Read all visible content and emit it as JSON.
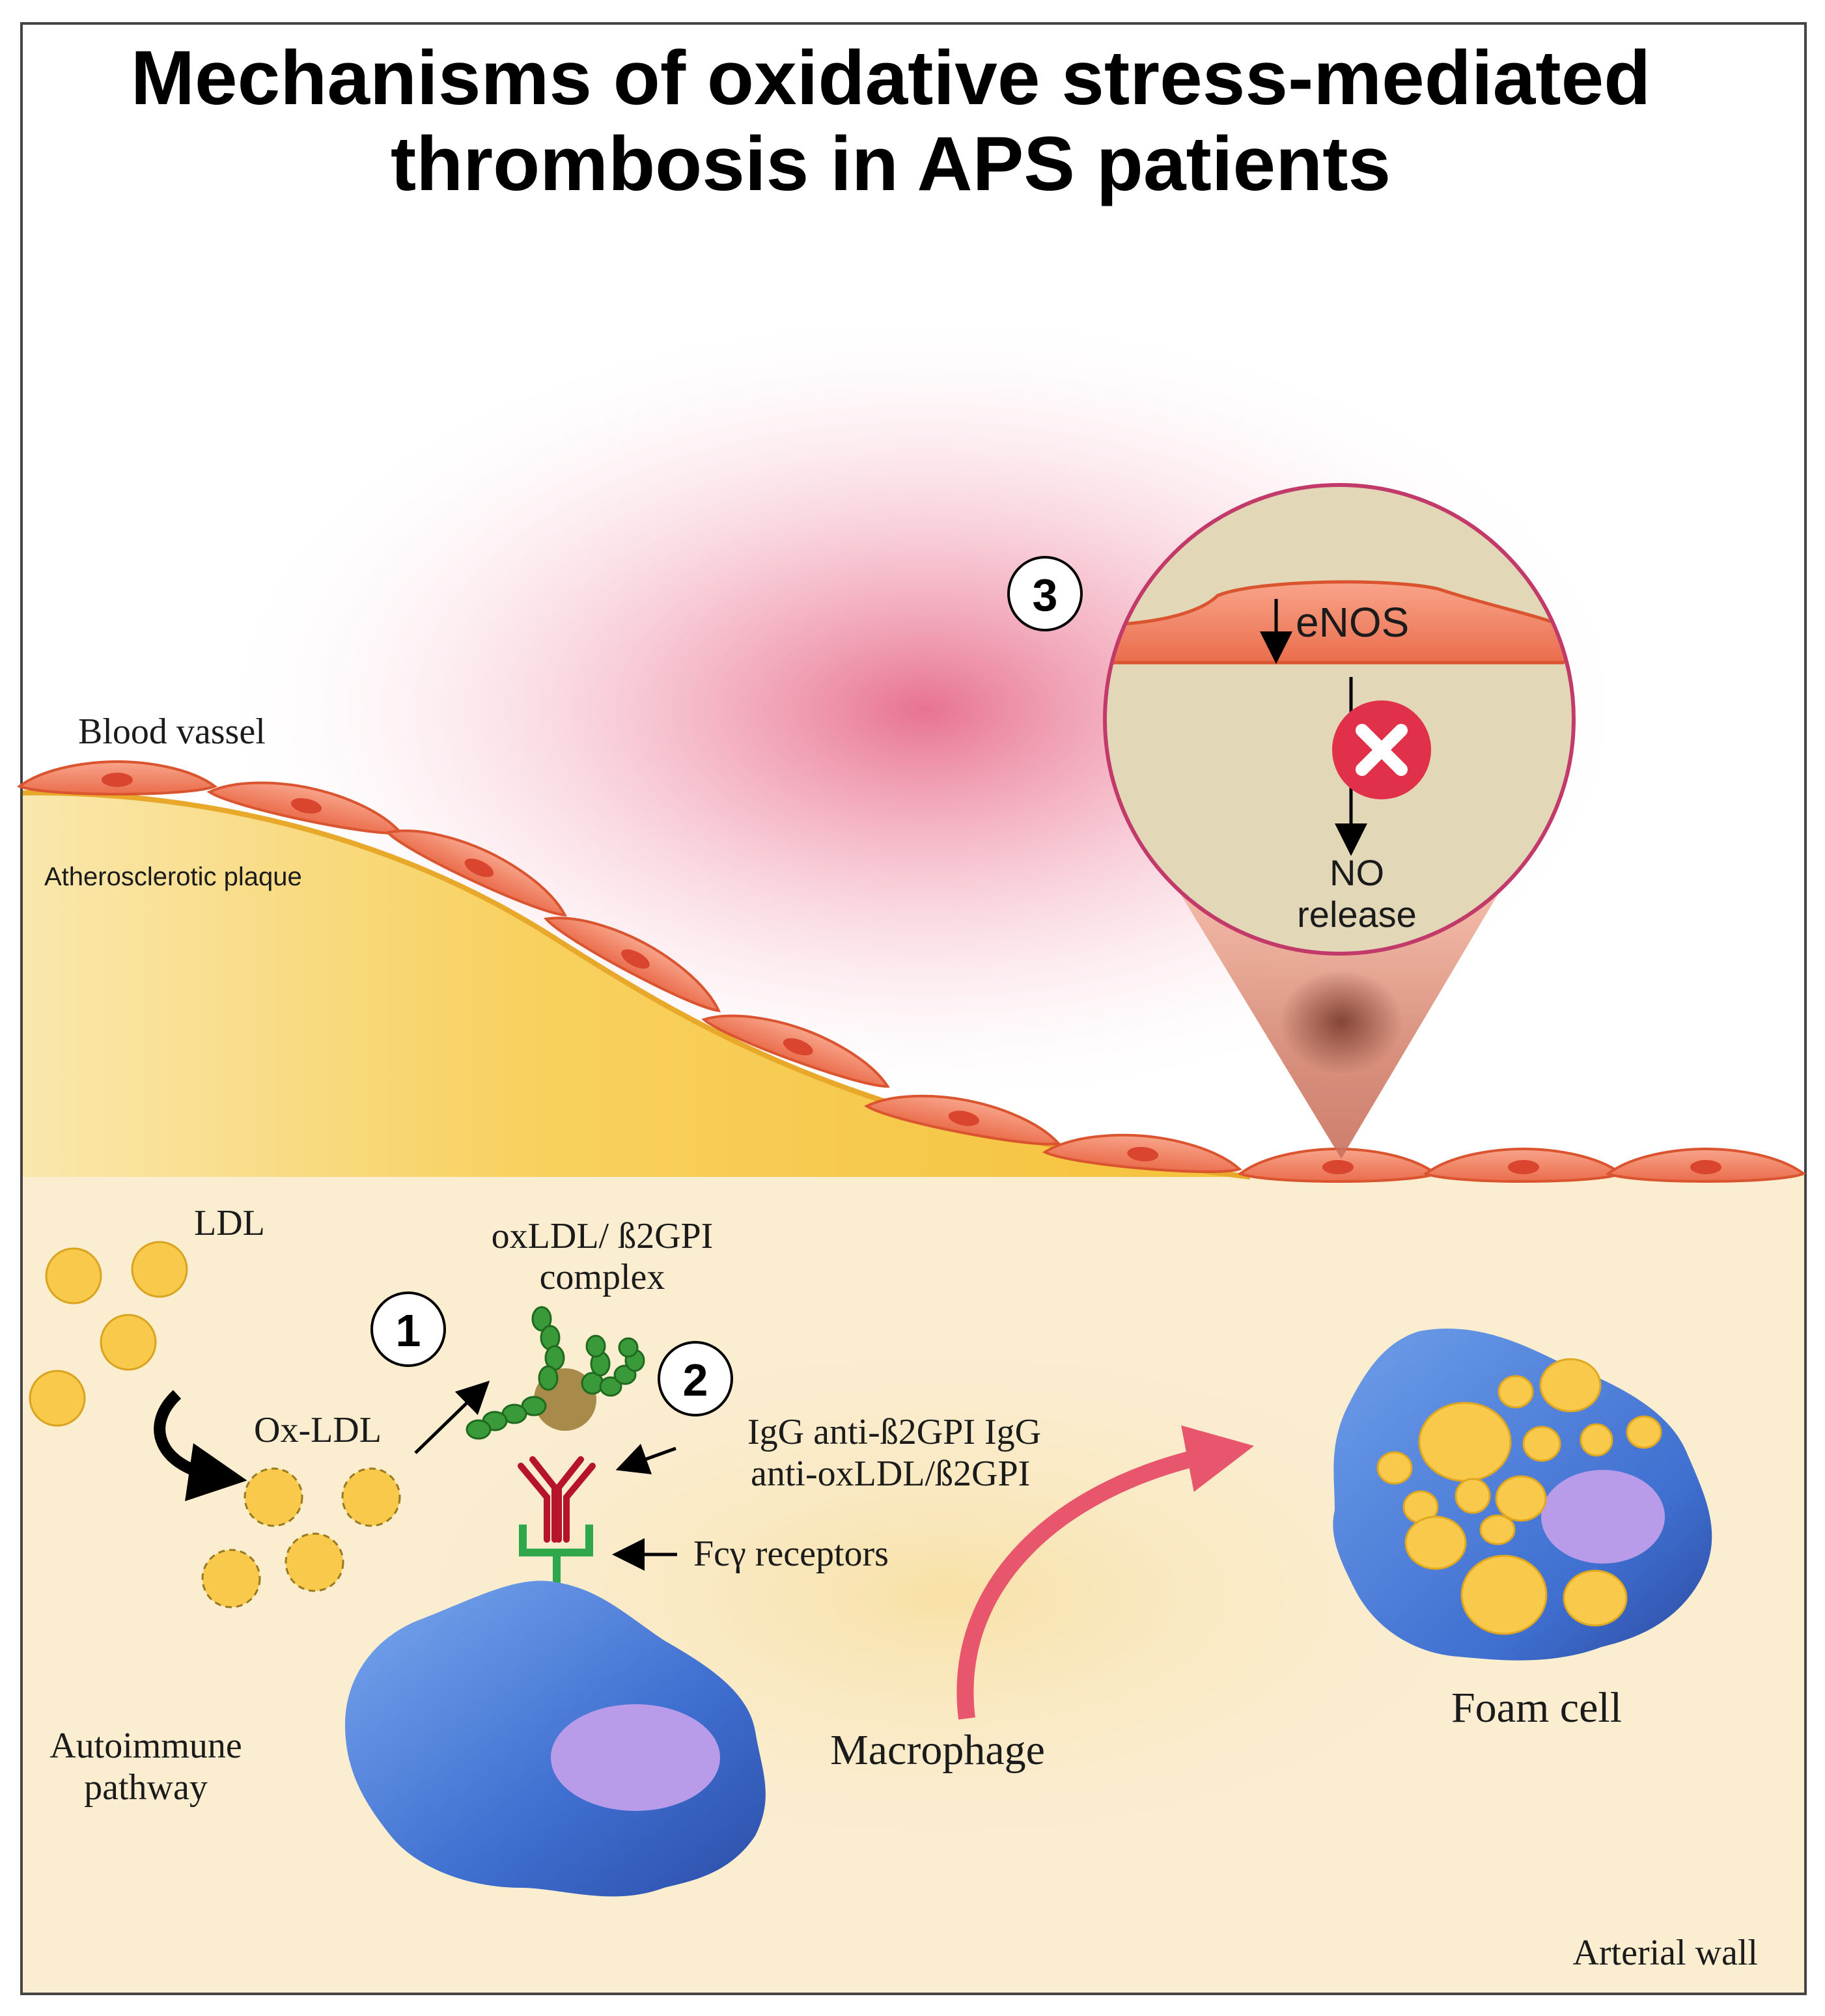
{
  "title": {
    "line1": "Mechanisms of oxidative stress-mediated",
    "line2": "thrombosis in APS patients"
  },
  "labels": {
    "blood_vessel": "Blood vassel",
    "plaque": "Atherosclerotic plaque",
    "ldl": "LDL",
    "ox_ldl": "Ox-LDL",
    "complex_line1": "oxLDL/ ß2GPI",
    "complex_line2": "complex",
    "igg_line1": "IgG anti-ß2GPI IgG",
    "igg_line2": "anti-oxLDL/ß2GPI",
    "fc_receptors": "Fcγ receptors",
    "autoimmune_line1": "Autoimmune",
    "autoimmune_line2": "pathway",
    "macrophage": "Macrophage",
    "foam_cell": "Foam cell",
    "arterial_wall": "Arterial wall",
    "enos": "eNOS",
    "no_line1": "NO",
    "no_line2": "release"
  },
  "steps": [
    "1",
    "2",
    "3"
  ],
  "colors": {
    "endothelial_cell": "#f07a5a",
    "nucleus": "#d9452f",
    "plaque": "#f7cf5a",
    "arterial_wall": "#faedd0",
    "ldl": "#f8c94a",
    "macrophage": "#3f6fd0",
    "cell_nucleus": "#b89cea",
    "antibody": "#b5142a",
    "receptor": "#2ea84a",
    "beta2gpi": "#3a9a3a",
    "inhibition": "#e0304a",
    "arrow_pink": "#e8566e",
    "magnifier_fill": "#e2d8b8"
  },
  "icons": [
    "curved-arrow-icon",
    "inhibition-x-icon",
    "down-arrow-icon",
    "antibody-icon",
    "receptor-icon"
  ]
}
